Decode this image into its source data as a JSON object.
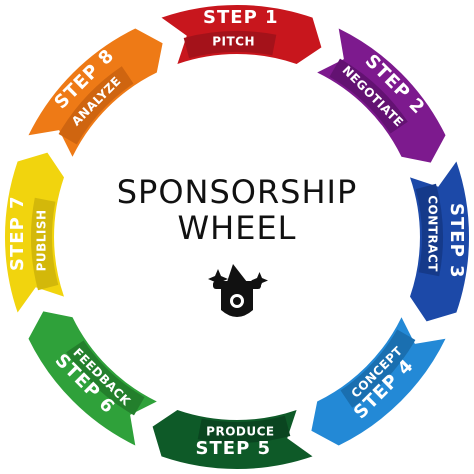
{
  "title": {
    "line1": "SPONSORSHIP",
    "line2": "WHEEL"
  },
  "segments": [
    {
      "step": "STEP 1",
      "activity": "PITCH",
      "color": "#c8161d",
      "tab": "#a4121a",
      "name": "step-1-pitch"
    },
    {
      "step": "STEP 2",
      "activity": "NEGOTIATE",
      "color": "#7d1a8e",
      "tab": "#631272",
      "name": "step-2-negotiate"
    },
    {
      "step": "STEP 3",
      "activity": "CONTRACT",
      "color": "#1c49a8",
      "tab": "#153a8a",
      "name": "step-3-contract"
    },
    {
      "step": "STEP 4",
      "activity": "CONCEPT",
      "color": "#2389d6",
      "tab": "#1a6fb0",
      "name": "step-4-concept"
    },
    {
      "step": "STEP 5",
      "activity": "PRODUCE",
      "color": "#0e5a28",
      "tab": "#0a4520",
      "name": "step-5-produce"
    },
    {
      "step": "STEP 6",
      "activity": "FEEDBACK",
      "color": "#2fa13a",
      "tab": "#237f2c",
      "name": "step-6-feedback"
    },
    {
      "step": "STEP 7",
      "activity": "PUBLISH",
      "color": "#f1d40e",
      "tab": "#d3b80a",
      "name": "step-7-publish"
    },
    {
      "step": "STEP 8",
      "activity": "ANALYZE",
      "color": "#ee7a16",
      "tab": "#cf6510",
      "name": "step-8-analyze"
    }
  ],
  "icon": "wizard-hat-icon"
}
